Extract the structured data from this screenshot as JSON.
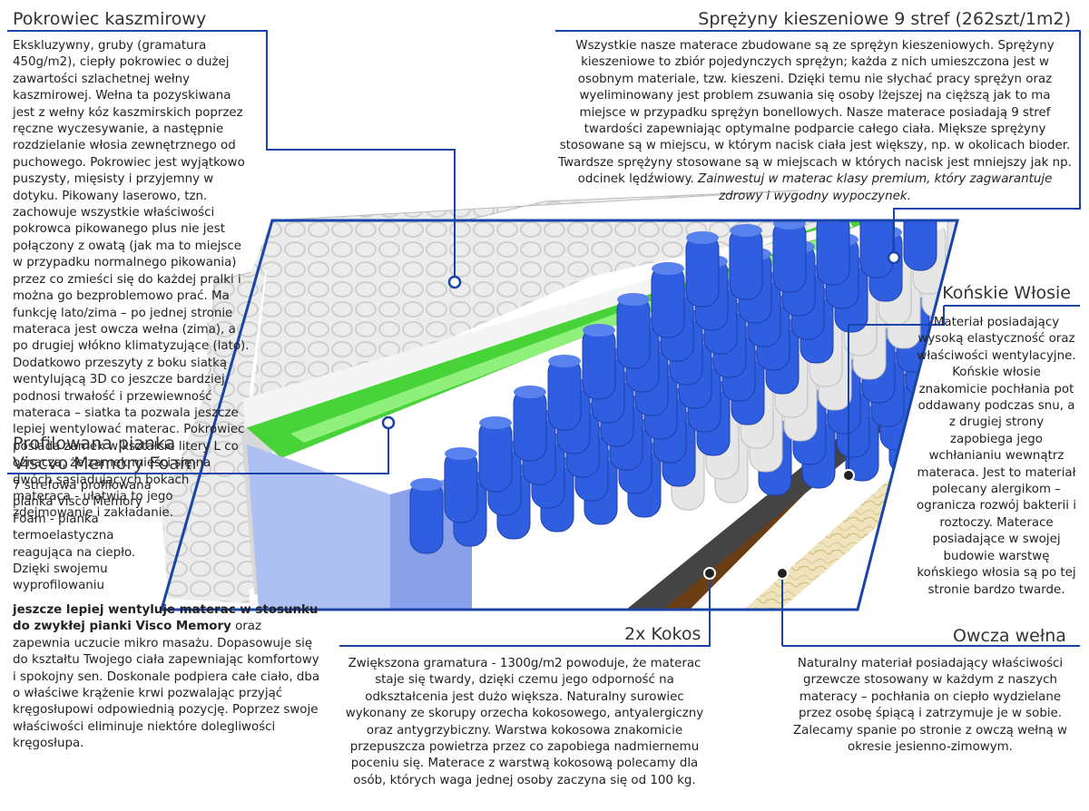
{
  "sections": {
    "kaszmir": {
      "title": "Pokrowiec kaszmirowy",
      "text": "Ekskluzywny, gruby (gramatura 450g/m2), ciepły pokrowiec o dużej zawartości szlachetnej wełny kaszmirowej. Wełna ta pozyskiwana jest z wełny kóz kaszmirskich poprzez ręczne wyczesywanie, a następnie rozdzielanie włosia zewnętrznego od puchowego. Pokrowiec jest wyjątkowo puszysty, mięsisty i przyjemny w dotyku. Pikowany laserowo, tzn. zachowuje wszystkie właściwości pokrowca pikowanego plus nie jest połączony z owatą (jak ma to miejsce w przypadku normalnego pikowania) przez co zmieści się do każdej pralki i można go bezproblemowo prać. Ma funkcję lato/zima – po jednej stronie materaca jest owcza wełna (zima), a po drugiej włókno klimatyzujące (lato). Dodatkowo przeszyty z boku siatką wentylującą 3D co jeszcze bardziej podnosi trwałość i przewiewność materaca – siatka ta pozwala jeszcze lepiej wentylować materac. Pokrowiec posiada zamek w kształcie litery L co oznacza, że zamek mieści się na dwóch sąsiadujących bokach materaca - ułatwia to jego zdejmowanie i zakładanie."
    },
    "sprezyny": {
      "title": "Sprężyny kieszeniowe 9 stref (262szt/1m2)",
      "text": "Wszystkie nasze materace zbudowane są ze sprężyn kieszeniowych. Sprężyny kieszeniowe to zbiór pojedynczych sprężyn; każda z nich umieszczona jest w osobnym materiale, tzw. kieszeni.  Dzięki temu nie słychać pracy sprężyn oraz wyeliminowany jest problem zsuwania się osoby lżejszej na cięższą jak to ma miejsce w przypadku sprężyn bonellowych. Nasze materace posiadają 9 stref twardości zapewniając optymalne podparcie całego ciała. Miększe sprężyny stosowane są w miejscu, w którym nacisk ciała jest większy, np. w okolicach bioder. Twardsze sprężyny stosowane są w miejscach w których nacisk jest mniejszy jak np. odcinek lędźwiowy.",
      "italic": "Zainwestuj w materac klasy premium, który zagwarantuje zdrowy i wygodny wypoczynek."
    },
    "konskie": {
      "title": "Końskie Włosie",
      "text": "Materiał posiadający wysoką elastyczność oraz właściwości wentylacyjne. Końskie włosie znakomicie pochłania pot oddawany podczas snu, a z drugiej strony zapobiega jego wchłanianiu wewnątrz materaca. Jest to materiał polecany alergikom – ogranicza rozwój bakterii i roztoczy. Materace posiadające w swojej budowie warstwę końskiego włosia są po tej stronie bardzo twarde."
    },
    "pianka": {
      "title_line1": "Profilowana pianka",
      "title_line2": "Viscvo Memory Foam",
      "text1": "7 strefowa profilowana pianka Visco Memory Foam - pianka termoelastyczna reagująca na ciepło. Dzięki swojemu wyprofilowaniu",
      "bold": "jeszcze lepiej wentyluje materac w stosunku do zwykłej pianki Visco Memory",
      "text2": "oraz zapewnia uczucie mikro masażu. Dopasowuje się do kształtu Twojego ciała zapewniając komfortowy i spokojny sen. Doskonale podpiera całe ciało, dba o właściwe krążenie krwi pozwalając przyjąć kręgosłupowi odpowiednią pozycję. Poprzez swoje właściwości eliminuje niektóre dolegliwości kręgosłupa."
    },
    "kokos": {
      "title": "2x Kokos",
      "text": "Zwiększona gramatura - 1300g/m2 powoduje, że materac staje się twardy, dzięki czemu jego odporność na odkształcenia jest dużo większa. Naturalny surowiec wykonany ze skorupy orzecha kokosowego, antyalergiczny oraz antygrzybiczny. Warstwa kokosowa znakomicie przepuszcza powietrza przez co zapobiega nadmiernemu poceniu się. Materace z warstwą kokosową polecamy dla osób, których waga jednej osoby zaczyna się od 100 kg."
    },
    "owcza": {
      "title": "Owcza wełna",
      "text": "Naturalny materiał posiadający właściwości grzewcze stosowany w każdym z naszych materacy – pochłania on ciepło wydzielane przez osobę śpiącą i zatrzymuje je w sobie. Zalecamy spanie po stronie z owczą wełną w okresie jesienno-zimowym."
    }
  },
  "colors": {
    "frame": "#1a44a8",
    "spring_blue": "#2f5fe0",
    "spring_white": "#e6e6e6",
    "foam_green": "#3ed12e",
    "coconut": "#6b3d14",
    "horsehair": "#444444",
    "wool": "#e8dcb0"
  }
}
